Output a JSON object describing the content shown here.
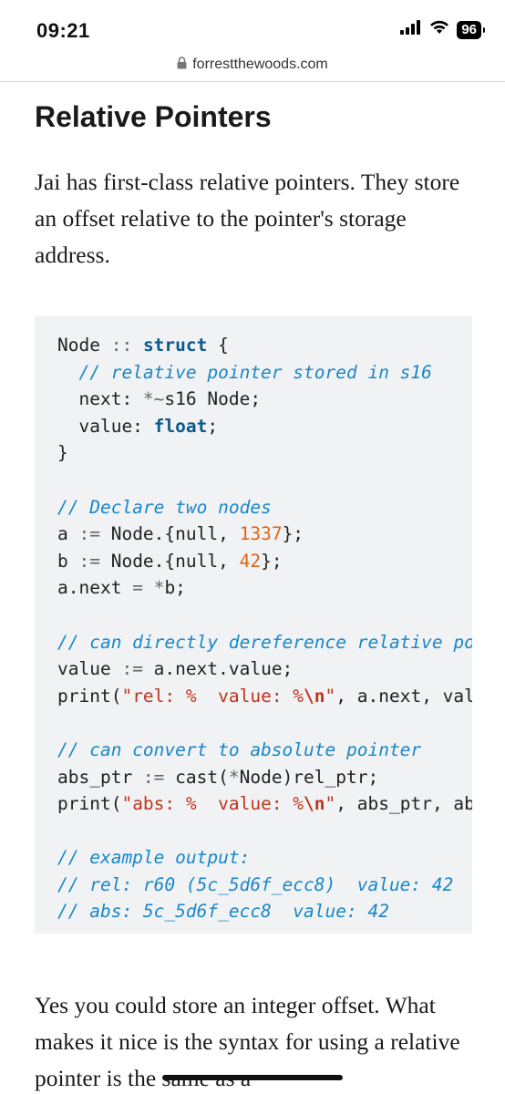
{
  "status_bar": {
    "time": "09:21",
    "battery_level": "96",
    "icons": [
      "signal-icon",
      "wifi-icon",
      "battery-icon"
    ]
  },
  "browser": {
    "url": "forrestthewoods.com",
    "lock_icon": "lock-icon"
  },
  "article": {
    "heading": "Relative Pointers",
    "intro_paragraph": "Jai has first-class relative pointers. They store an offset relative to the pointer's storage address.",
    "followup_paragraph": "Yes you could store an integer offset. What makes it nice is the syntax for using a relative pointer is the same as a"
  },
  "code_block": {
    "lines": [
      [
        {
          "t": "Node ",
          "k": "plain"
        },
        {
          "t": "::",
          "k": "op"
        },
        {
          "t": " ",
          "k": "plain"
        },
        {
          "t": "struct",
          "k": "kw"
        },
        {
          "t": " {",
          "k": "plain"
        }
      ],
      [
        {
          "t": "  // relative pointer stored in s16",
          "k": "cm"
        }
      ],
      [
        {
          "t": "  next: ",
          "k": "plain"
        },
        {
          "t": "*~",
          "k": "op"
        },
        {
          "t": "s16 Node;",
          "k": "plain"
        }
      ],
      [
        {
          "t": "  value: ",
          "k": "plain"
        },
        {
          "t": "float",
          "k": "kw"
        },
        {
          "t": ";",
          "k": "plain"
        }
      ],
      [
        {
          "t": "}",
          "k": "plain"
        }
      ],
      [
        {
          "t": "",
          "k": "plain"
        }
      ],
      [
        {
          "t": "// Declare two nodes",
          "k": "cm"
        }
      ],
      [
        {
          "t": "a ",
          "k": "plain"
        },
        {
          "t": ":=",
          "k": "op"
        },
        {
          "t": " Node.{null, ",
          "k": "plain"
        },
        {
          "t": "1337",
          "k": "num"
        },
        {
          "t": "};",
          "k": "plain"
        }
      ],
      [
        {
          "t": "b ",
          "k": "plain"
        },
        {
          "t": ":=",
          "k": "op"
        },
        {
          "t": " Node.{null, ",
          "k": "plain"
        },
        {
          "t": "42",
          "k": "num"
        },
        {
          "t": "};",
          "k": "plain"
        }
      ],
      [
        {
          "t": "a.next ",
          "k": "plain"
        },
        {
          "t": "=",
          "k": "op"
        },
        {
          "t": " ",
          "k": "plain"
        },
        {
          "t": "*",
          "k": "op"
        },
        {
          "t": "b;",
          "k": "plain"
        }
      ],
      [
        {
          "t": "",
          "k": "plain"
        }
      ],
      [
        {
          "t": "// can directly dereference relative pointer",
          "k": "cm"
        }
      ],
      [
        {
          "t": "value ",
          "k": "plain"
        },
        {
          "t": ":=",
          "k": "op"
        },
        {
          "t": " a.next.value;",
          "k": "plain"
        }
      ],
      [
        {
          "t": "print(",
          "k": "plain"
        },
        {
          "t": "\"rel: %  value: %",
          "k": "str"
        },
        {
          "t": "\\n",
          "k": "esc"
        },
        {
          "t": "\"",
          "k": "str"
        },
        {
          "t": ", a.next, value);",
          "k": "plain"
        }
      ],
      [
        {
          "t": "",
          "k": "plain"
        }
      ],
      [
        {
          "t": "// can convert to absolute pointer",
          "k": "cm"
        }
      ],
      [
        {
          "t": "abs_ptr ",
          "k": "plain"
        },
        {
          "t": ":=",
          "k": "op"
        },
        {
          "t": " cast(",
          "k": "plain"
        },
        {
          "t": "*",
          "k": "op"
        },
        {
          "t": "Node)rel_ptr;",
          "k": "plain"
        }
      ],
      [
        {
          "t": "print(",
          "k": "plain"
        },
        {
          "t": "\"abs: %  value: %",
          "k": "str"
        },
        {
          "t": "\\n",
          "k": "esc"
        },
        {
          "t": "\"",
          "k": "str"
        },
        {
          "t": ", abs_ptr, abs_ptr.value);",
          "k": "plain"
        }
      ],
      [
        {
          "t": "",
          "k": "plain"
        }
      ],
      [
        {
          "t": "// example output:",
          "k": "cm"
        }
      ],
      [
        {
          "t": "// rel: r60 (5c_5d6f_ecc8)  value: 42",
          "k": "cm"
        }
      ],
      [
        {
          "t": "// abs: 5c_5d6f_ecc8  value: 42",
          "k": "cm"
        }
      ]
    ]
  }
}
